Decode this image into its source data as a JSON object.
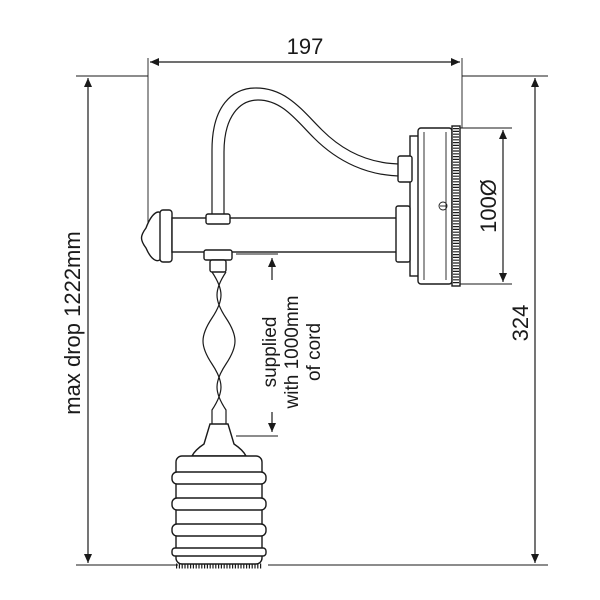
{
  "dimensions": {
    "width_label": "197",
    "height_label": "324",
    "plate_diameter_label": "100Ø",
    "max_drop_label": "max drop 1222mm"
  },
  "cord_note": {
    "line1": "supplied",
    "line2": "with 1000mm",
    "line3": "of cord"
  },
  "colors": {
    "line": "#1a1a1a",
    "background": "#ffffff"
  }
}
